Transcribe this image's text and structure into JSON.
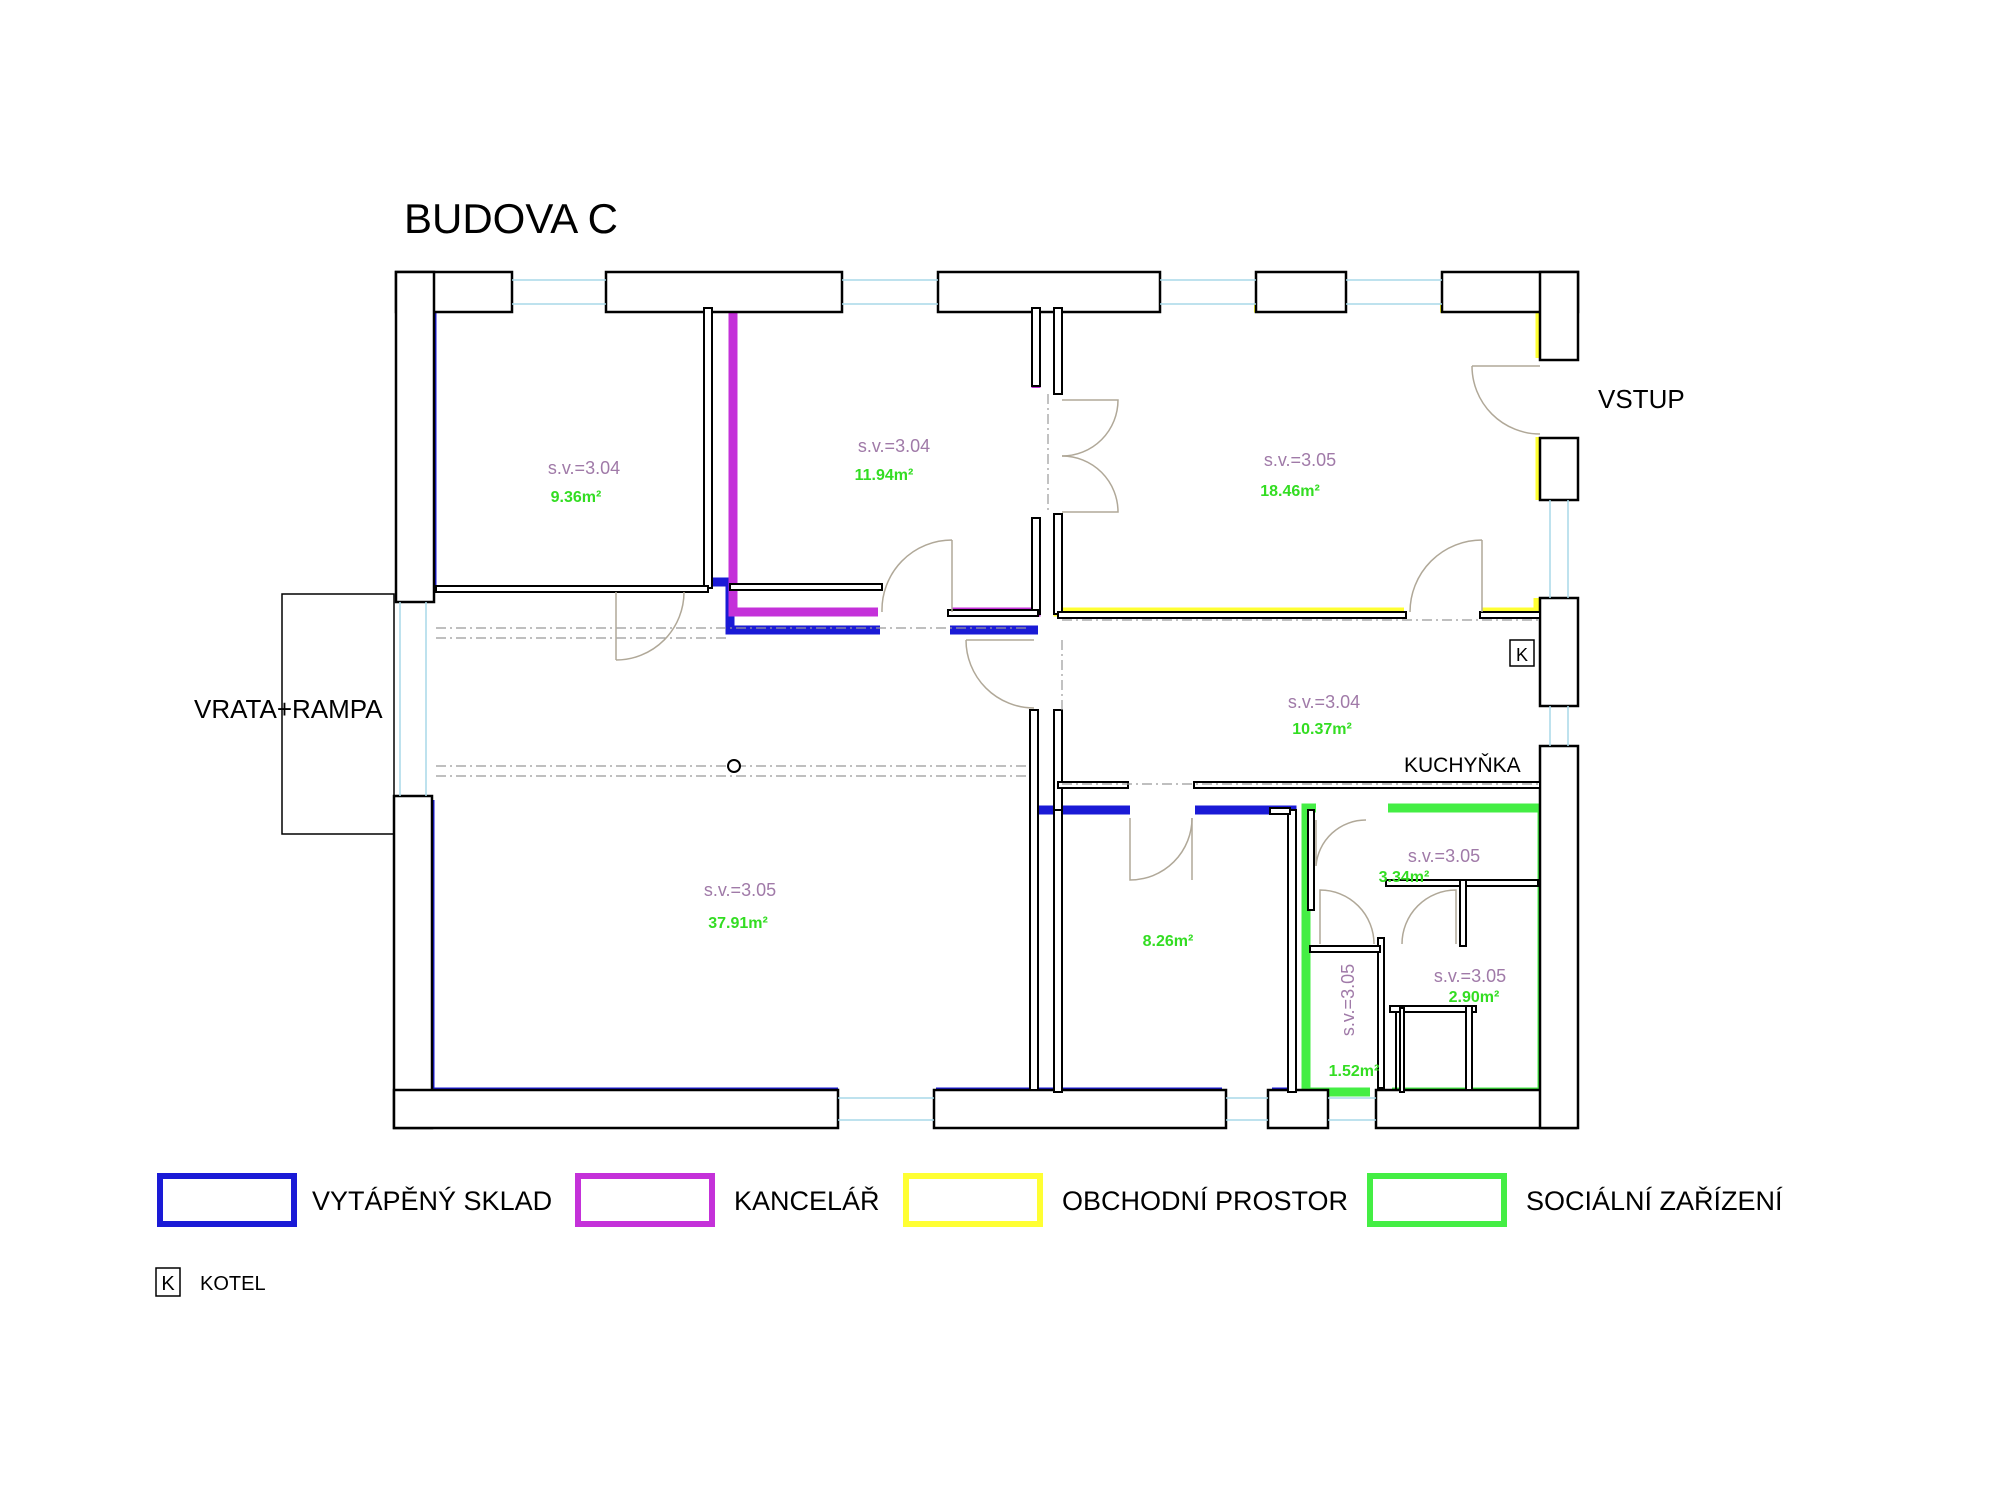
{
  "title": "BUDOVA C",
  "labels": {
    "entrance": "VSTUP",
    "gate": "VRATA+RAMPA",
    "kitchen": "KUCHYŇKA"
  },
  "rooms": {
    "r1": {
      "sv": "s.v.=3.04",
      "area": "9.36m²"
    },
    "r2": {
      "sv": "s.v.=3.04",
      "area": "11.94m²"
    },
    "r3": {
      "sv": "s.v.=3.05",
      "area": "18.46m²"
    },
    "kitchen": {
      "sv": "s.v.=3.04",
      "area": "10.37m²"
    },
    "hall": {
      "sv": "s.v.=3.05",
      "area": "37.91m²"
    },
    "store": {
      "area": "8.26m²"
    },
    "wc1": {
      "sv": "s.v.=3.05",
      "area": "3.34m²"
    },
    "wc2": {
      "sv": "s.v.=3.05",
      "area": "2.90m²"
    },
    "wc3": {
      "sv": "s.v.=3.05",
      "area": "1.52m²"
    }
  },
  "boiler": {
    "symbol": "K",
    "label": "KOTEL"
  },
  "legend": [
    {
      "label": "VYTÁPĚNÝ SKLAD",
      "color": "#1a1ad6"
    },
    {
      "label": "KANCELÁŘ",
      "color": "#c431d9"
    },
    {
      "label": "OBCHODNÍ PROSTOR",
      "color": "#ffff33"
    },
    {
      "label": "SOCIÁLNÍ ZAŘÍZENÍ",
      "color": "#44ee44"
    }
  ],
  "colors": {
    "heated_storage": "#1a1ad6",
    "office": "#c431d9",
    "retail": "#ffff33",
    "sanitary": "#44ee44",
    "wall": "#000000",
    "window": "#a8d8e8",
    "door": "#b0a898"
  }
}
